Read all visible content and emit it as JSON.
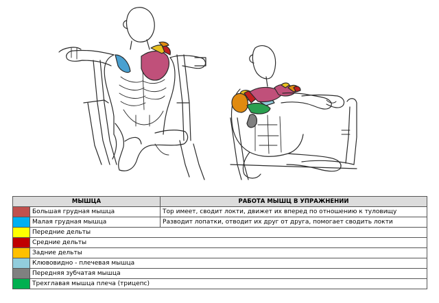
{
  "table": {
    "header_muscle": "МЫШЦА",
    "header_function": "РАБОТА МЫШЦ В УПРАЖНЕНИИ",
    "rows": [
      {
        "color": "#c0504d",
        "name": "Большая грудная мышца",
        "function": "Тор имеет, сводит локти, движет их вперед по отношению к туловищу"
      },
      {
        "color": "#00b0f0",
        "name": "Малая грудная мышца",
        "function": "Разводит лопатки, отводит их друг от друга, помогает сводить локти"
      },
      {
        "color": "#ffff00",
        "name": "Передние дельты",
        "function": ""
      },
      {
        "color": "#c00000",
        "name": "Средние дельты",
        "function": ""
      },
      {
        "color": "#ffc000",
        "name": "Задние дельты",
        "function": ""
      },
      {
        "color": "#92cddc",
        "name": "Клювовидно - плечевая мышца",
        "function": ""
      },
      {
        "color": "#808080",
        "name": "Передняя зубчатая мышца",
        "function": ""
      },
      {
        "color": "#00b050",
        "name": "Трехглавая мышца плеча (трицепс)",
        "function": ""
      }
    ]
  },
  "figure_colors": {
    "outline": "#2a2a2a",
    "pec_major": "#c0507a",
    "pec_minor": "#4aa0d0",
    "front_delt": "#e8c020",
    "mid_delt": "#c02020",
    "rear_delt": "#e08a10",
    "coraco": "#92cddc",
    "serratus": "#808080",
    "triceps": "#2aa050"
  }
}
